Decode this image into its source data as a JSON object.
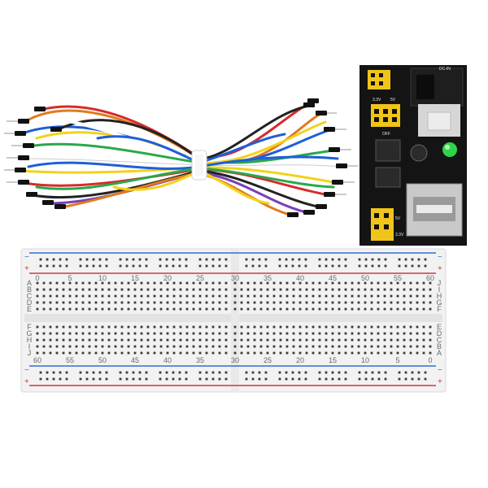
{
  "image": {
    "subjects": [
      "jumper-wire-bundle",
      "breadboard-power-module",
      "solderless-breadboard"
    ]
  },
  "power_module": {
    "silkscreen_dc": "DC-IN",
    "silkscreen_33": "3.3V",
    "silkscreen_5v": "5V",
    "silkscreen_off": "OFF",
    "silkscreen_5v_bottom": "5V",
    "silkscreen_33_bottom": "3.3V"
  },
  "breadboard": {
    "row_letters_top": [
      "A",
      "B",
      "C",
      "D",
      "E"
    ],
    "row_letters_bottom": [
      "F",
      "G",
      "H",
      "I",
      "J"
    ],
    "right_letters_top": [
      "J",
      "I",
      "H",
      "G",
      "F"
    ],
    "right_letters_bottom": [
      "E",
      "D",
      "C",
      "B",
      "A"
    ],
    "top_numbers": [
      "0",
      "5",
      "10",
      "15",
      "20",
      "25",
      "30",
      "35",
      "40",
      "45",
      "50",
      "55",
      "60"
    ],
    "bottom_numbers": [
      "60",
      "55",
      "50",
      "45",
      "40",
      "35",
      "30",
      "25",
      "20",
      "15",
      "10",
      "5",
      "0"
    ],
    "rail_minus": "−",
    "rail_plus": "+",
    "colors": {
      "blue_rail": "#2f6fd1",
      "red_rail": "#d03a3a",
      "board": "#f2f2f2"
    }
  }
}
